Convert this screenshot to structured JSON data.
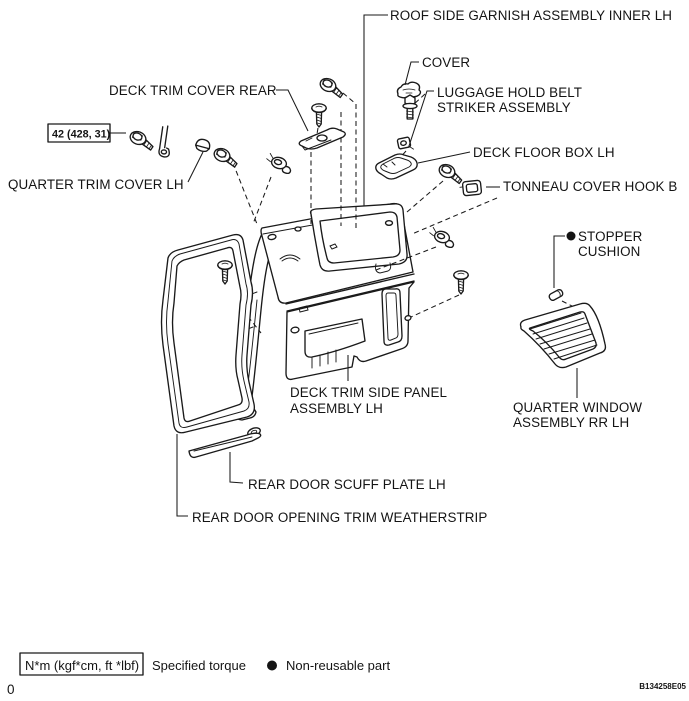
{
  "figure": {
    "labels": {
      "roof_side_garnish": "ROOF SIDE GARNISH ASSEMBLY INNER LH",
      "deck_trim_cover_rear": "DECK TRIM COVER REAR",
      "cover": "COVER",
      "luggage_hold_belt_striker_1": "LUGGAGE HOLD BELT",
      "luggage_hold_belt_striker_2": "STRIKER ASSEMBLY",
      "deck_floor_box": "DECK FLOOR BOX LH",
      "tonneau_cover_hook": "TONNEAU COVER HOOK B",
      "quarter_trim_cover": "QUARTER TRIM COVER LH",
      "stopper_cushion_1": "STOPPER",
      "stopper_cushion_2": "CUSHION",
      "deck_trim_side_panel_1": "DECK TRIM SIDE PANEL",
      "deck_trim_side_panel_2": "ASSEMBLY LH",
      "quarter_window_1": "QUARTER WINDOW",
      "quarter_window_2": "ASSEMBLY RR LH",
      "rear_door_scuff_plate": "REAR DOOR SCUFF PLATE LH",
      "rear_door_opening_trim": "REAR DOOR OPENING TRIM WEATHERSTRIP"
    },
    "torque_spec": "42 (428, 31)",
    "legend": {
      "torque_units": "N*m (kgf*cm, ft *lbf)",
      "torque_label": "Specified torque",
      "non_reusable_marker": "●",
      "non_reusable_label": "Non-reusable part"
    },
    "footer": {
      "page_number": "0",
      "figure_code": "B134258E05"
    },
    "colors": {
      "line_color": "#1a1a1a",
      "background": "#ffffff"
    }
  }
}
